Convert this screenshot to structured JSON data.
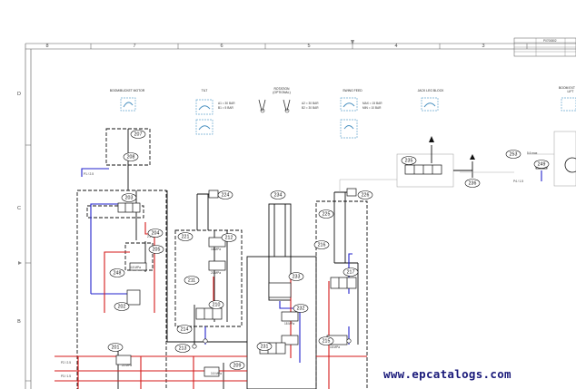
{
  "frame": {
    "columns": [
      "8",
      "7",
      "6",
      "5",
      "4",
      "3"
    ],
    "rows": [
      "D",
      "C",
      "B"
    ]
  },
  "title_block": {
    "sheet_code": "P0700802"
  },
  "function_titles": [
    {
      "id": "bucket",
      "text": "BOOM/BUCKET MOTOR",
      "sub": ""
    },
    {
      "id": "tilt",
      "text": "TILT",
      "sub": ""
    },
    {
      "id": "rotation",
      "text": "ROTATION",
      "sub": "(OPTIONAL)"
    },
    {
      "id": "swing",
      "text": "SWING FEED",
      "sub": ""
    },
    {
      "id": "jack",
      "text": "JACK LEG BLOCK",
      "sub": ""
    },
    {
      "id": "right",
      "text": "BOOM EXT",
      "sub": "LIFT"
    }
  ],
  "callouts": [
    {
      "id": "207"
    },
    {
      "id": "208"
    },
    {
      "id": "203"
    },
    {
      "id": "204"
    },
    {
      "id": "205"
    },
    {
      "id": "248"
    },
    {
      "id": "202"
    },
    {
      "id": "201"
    },
    {
      "id": "221"
    },
    {
      "id": "224"
    },
    {
      "id": "212"
    },
    {
      "id": "211"
    },
    {
      "id": "210"
    },
    {
      "id": "214"
    },
    {
      "id": "213"
    },
    {
      "id": "209"
    },
    {
      "id": "234"
    },
    {
      "id": "233"
    },
    {
      "id": "232"
    },
    {
      "id": "231"
    },
    {
      "id": "216"
    },
    {
      "id": "225"
    },
    {
      "id": "226"
    },
    {
      "id": "217"
    },
    {
      "id": "215"
    },
    {
      "id": "235"
    },
    {
      "id": "236"
    },
    {
      "id": "253"
    },
    {
      "id": "249"
    }
  ],
  "small_notes": {
    "bucket_a": "A1 = 30 BAR",
    "bucket_b": "B1 = 5 BAR",
    "rot_a": "A2 = 30 BAR",
    "rot_b": "B2 = 30 BAR",
    "swing_a": "MAX = 15 BAR",
    "swing_b": "MIN = 10 BAR",
    "p1": "P1 / 2.5",
    "p2": "P2 / 2.5",
    "p3": "P3 / 1.5",
    "p4": "P4 / 1.5",
    "bar1": "2.5 BAR",
    "bar2": "22 MPa",
    "bar3": "16 MPa",
    "bar4": "21 MPa",
    "bar5": "4.8 MPa",
    "bar6": "3.5 MPa",
    "bar7": "18 MPa",
    "bar8": "5.6 max",
    "bar9": "18 MPa"
  },
  "watermark": "www.epcatalogs.com"
}
